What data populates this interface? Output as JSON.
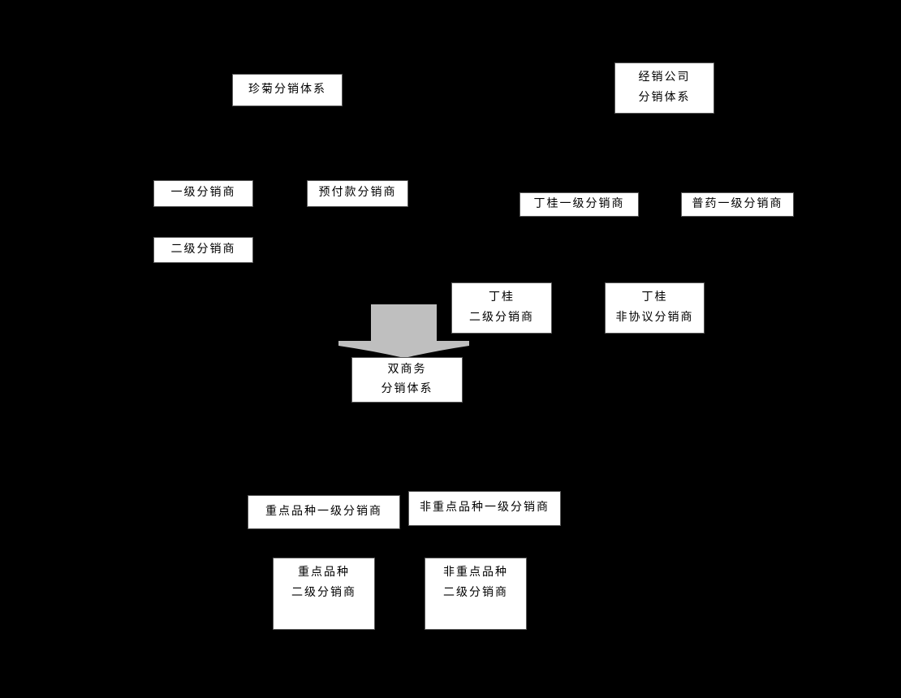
{
  "diagram": {
    "background_color": "#000000",
    "node_fill_color": "#ffffff",
    "node_text_color": "#000000",
    "arrow_color": "#bfbfbf",
    "nodes": [
      {
        "id": "zhenju-system",
        "label": "珍菊分销体系"
      },
      {
        "id": "jingxiao-company-system",
        "label": "经销公司\n分销体系"
      },
      {
        "id": "first-level-distributor",
        "label": "一级分销商"
      },
      {
        "id": "prepaid-distributor",
        "label": "预付款分销商"
      },
      {
        "id": "dinggui-first-level",
        "label": "丁桂一级分销商"
      },
      {
        "id": "puyao-first-level",
        "label": "普药一级分销商"
      },
      {
        "id": "second-level-distributor",
        "label": "二级分销商"
      },
      {
        "id": "dinggui-second-level",
        "label": "丁桂\n二级分销商"
      },
      {
        "id": "dinggui-non-agreement",
        "label": "丁桂\n非协议分销商"
      },
      {
        "id": "shuangshangwu-system",
        "label": "双商务\n分销体系"
      },
      {
        "id": "key-variety-first-level",
        "label": "重点品种一级分销商"
      },
      {
        "id": "non-key-variety-first-level",
        "label": "非重点品种一级分销商"
      },
      {
        "id": "key-variety-second-level",
        "label": "重点品种\n二级分销商"
      },
      {
        "id": "non-key-variety-second-level",
        "label": "非重点品种\n二级分销商"
      }
    ]
  }
}
